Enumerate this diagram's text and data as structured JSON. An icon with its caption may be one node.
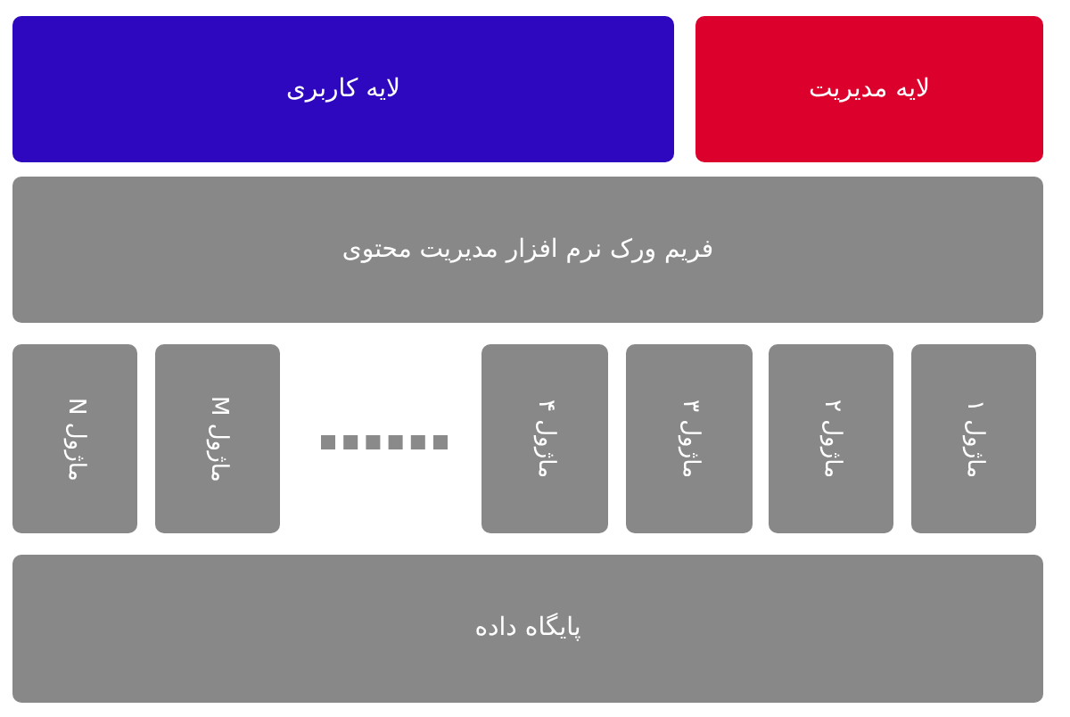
{
  "diagram": {
    "nodes": [
      {
        "text": [
          "لایه مدیریت"
        ]
      },
      {
        "text": [
          "لایه کاربری"
        ]
      },
      {
        "text": [
          "فریم ورک نرم افزار مدیریت محتوی"
        ]
      },
      {
        "text": [
          "ماژول ۱"
        ]
      },
      {
        "text": [
          "ماژول ۲"
        ]
      },
      {
        "text": [
          "ماژول ۳"
        ]
      },
      {
        "text": [
          "ماژول ۴"
        ]
      },
      {
        "text": [
          "ماژول M"
        ]
      },
      {
        "text": [
          "ماژول N"
        ]
      },
      {
        "text": [
          "پایگاه داده"
        ]
      }
    ]
  }
}
